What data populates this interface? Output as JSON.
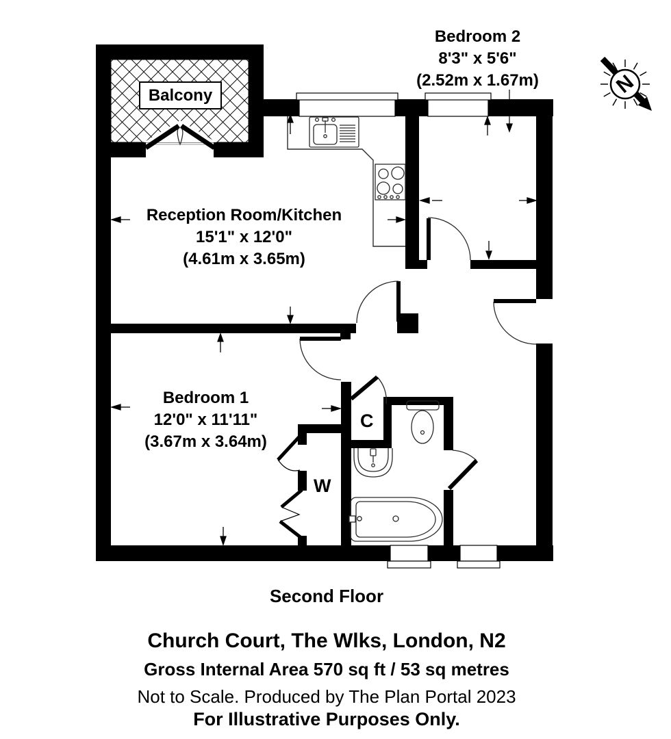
{
  "plan": {
    "floor_label": "Second Floor",
    "balcony": {
      "label": "Balcony"
    },
    "rooms": {
      "reception": {
        "name": "Reception Room/Kitchen",
        "imperial": "15'1\" x 12'0\"",
        "metric": "(4.61m x 3.65m)"
      },
      "bedroom1": {
        "name": "Bedroom 1",
        "imperial": "12'0\" x 11'11\"",
        "metric": "(3.67m x 3.64m)"
      },
      "bedroom2": {
        "name": "Bedroom 2",
        "imperial": "8'3\" x 5'6\"",
        "metric": "(2.52m x 1.67m)"
      },
      "cupboard": {
        "label": "C"
      },
      "wardrobe": {
        "label": "W"
      }
    },
    "compass": {
      "north_label": "N"
    }
  },
  "footer": {
    "address": "Church Court, The Wlks, London, N2",
    "area": "Gross Internal Area 570 sq ft / 53 sq metres",
    "note": "Not to Scale. Produced by The Plan Portal 2023",
    "purpose": "For Illustrative Purposes Only."
  },
  "colors": {
    "wall": "#000000",
    "background": "#ffffff",
    "thin_line": "#2a2a2a"
  }
}
